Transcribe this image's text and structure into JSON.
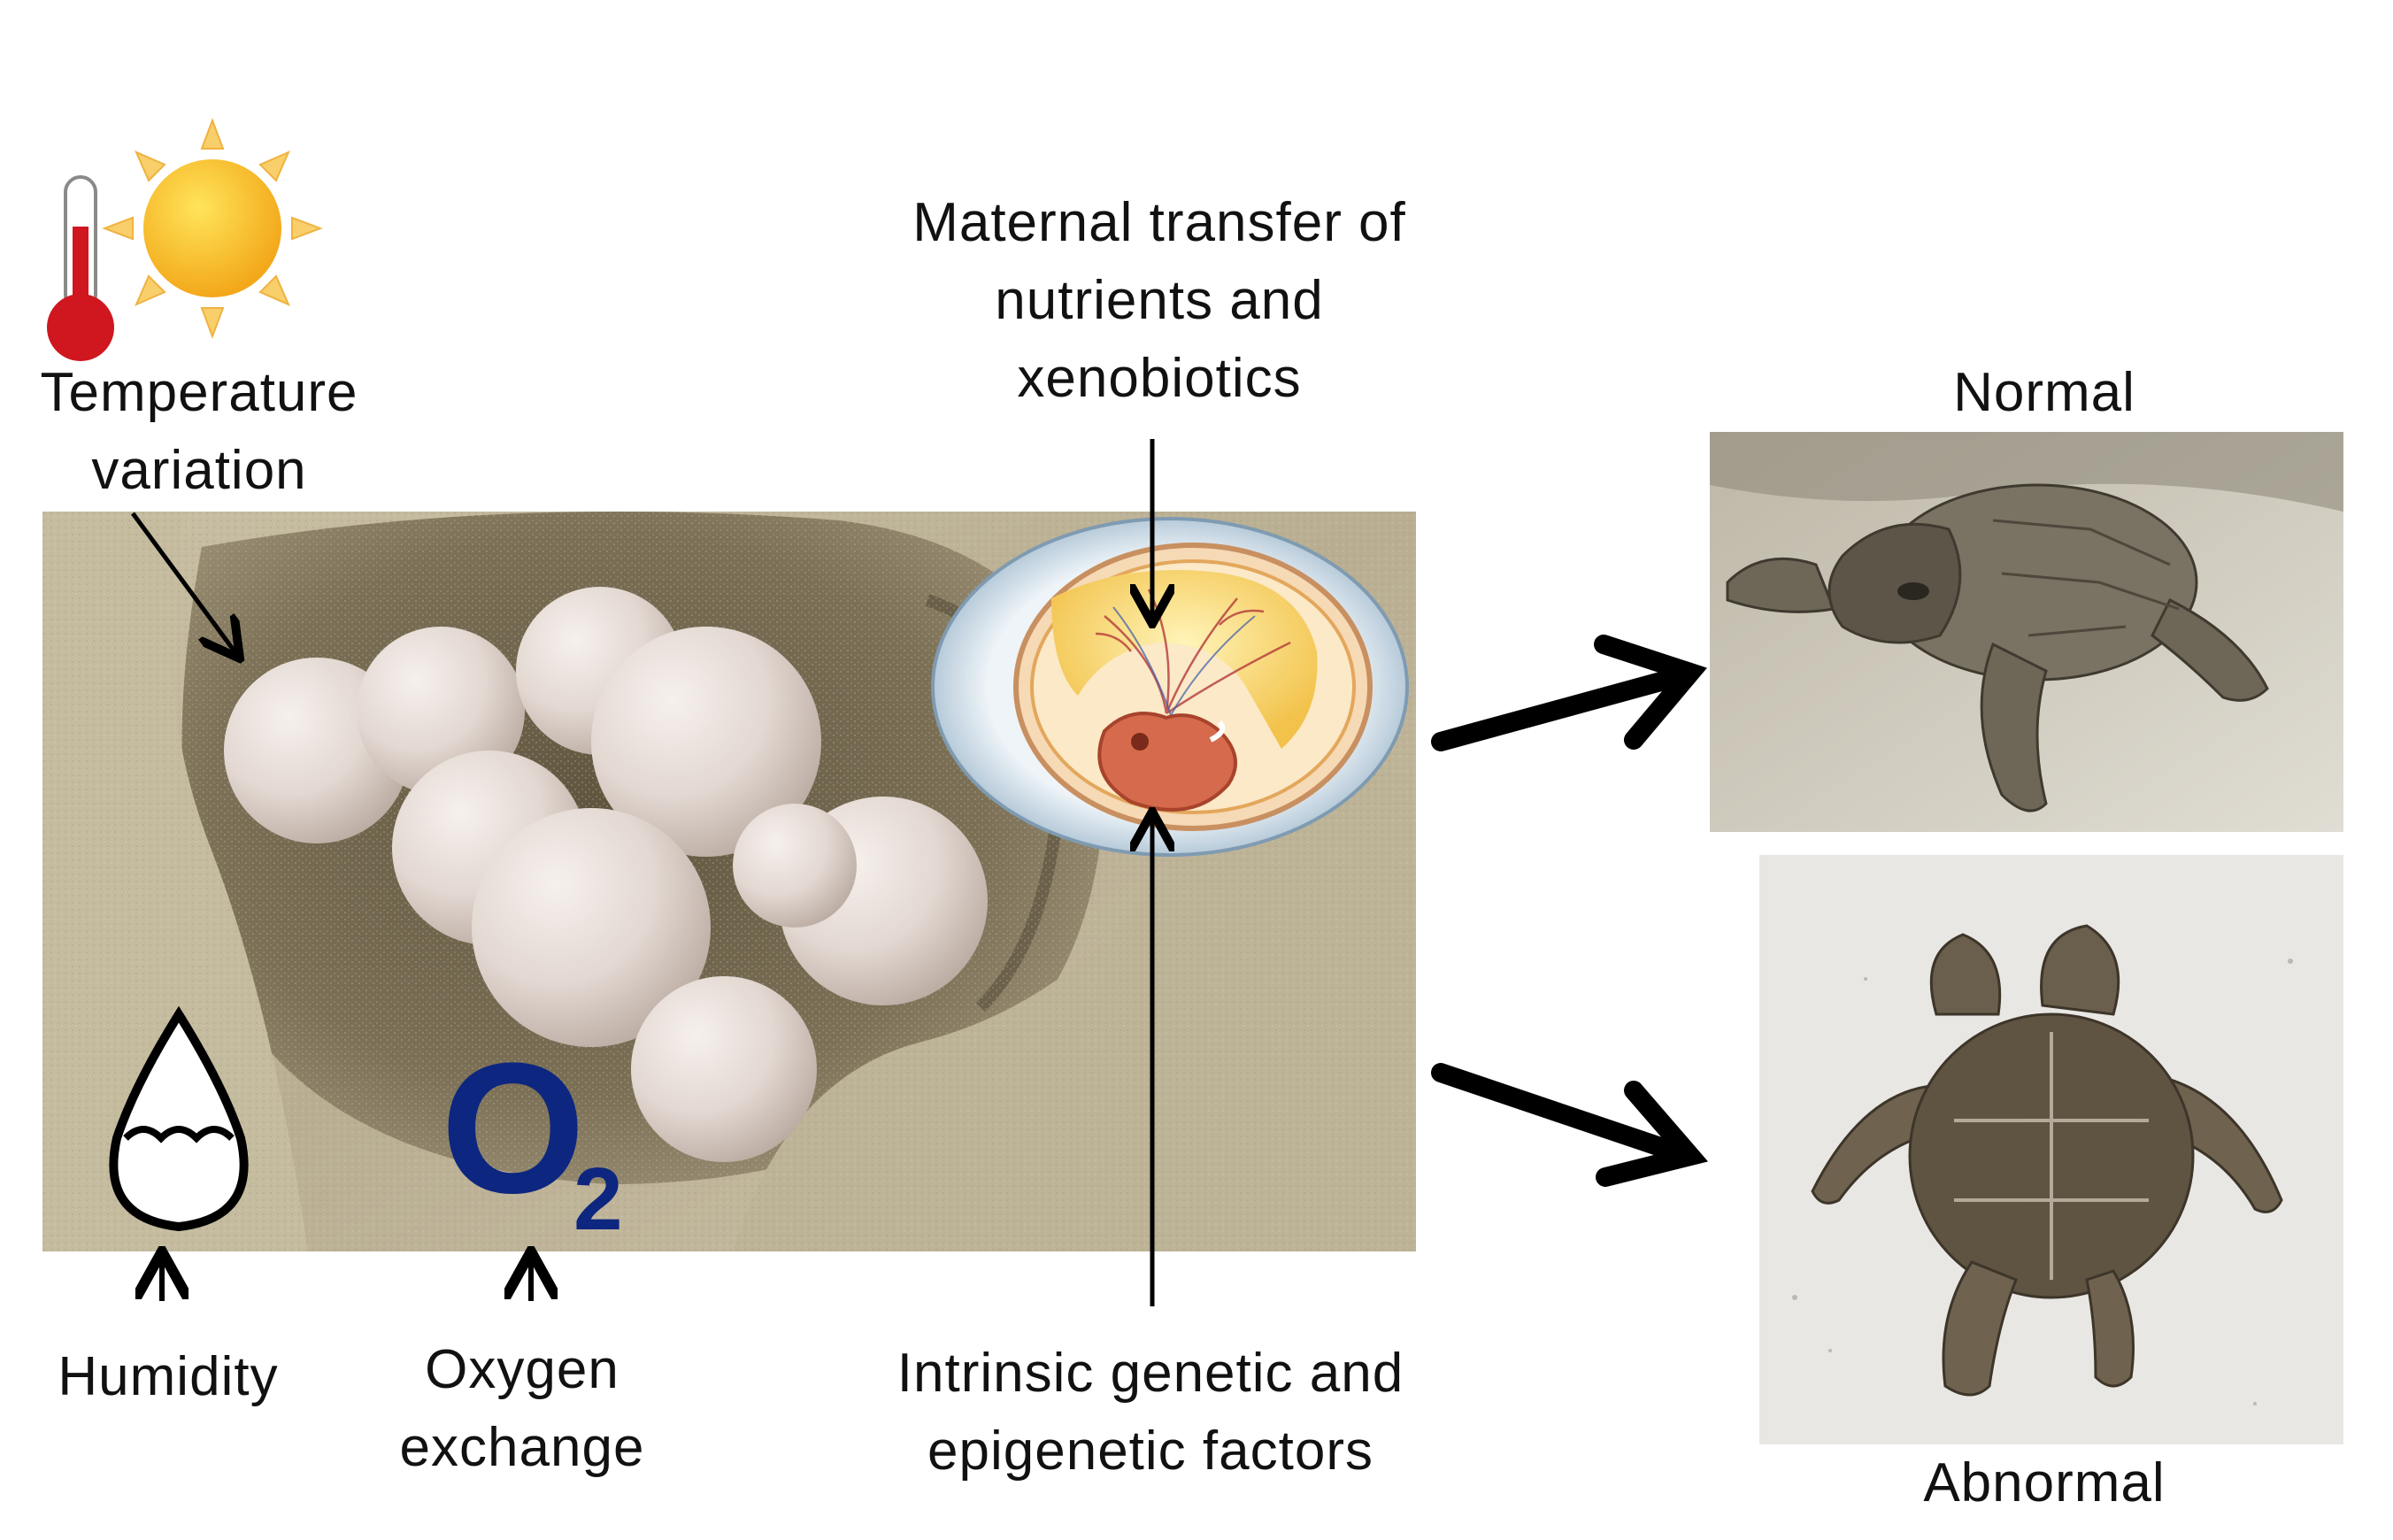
{
  "labels": {
    "temperature": [
      "Temperature",
      "variation"
    ],
    "maternal": [
      "Maternal transfer of",
      "nutrients and",
      "xenobiotics"
    ],
    "normal": "Normal",
    "abnormal": "Abnormal",
    "humidity": "Humidity",
    "oxygen": [
      "Oxygen",
      "exchange"
    ],
    "intrinsic": [
      "Intrinsic genetic and",
      "epigenetic factors"
    ],
    "o2_symbol": "O",
    "o2_subscript": "2"
  },
  "icons": {
    "thermometer": "thermometer-icon",
    "sun": "sun-icon",
    "water_drop": "water-drop-icon",
    "egg_embryo": "embryo-icon"
  },
  "colors": {
    "o2": "#0d2680",
    "thermometer": "#d0161f",
    "sun": "#f5b82a",
    "arrow": "#000000",
    "sand": "#bfb59a"
  }
}
